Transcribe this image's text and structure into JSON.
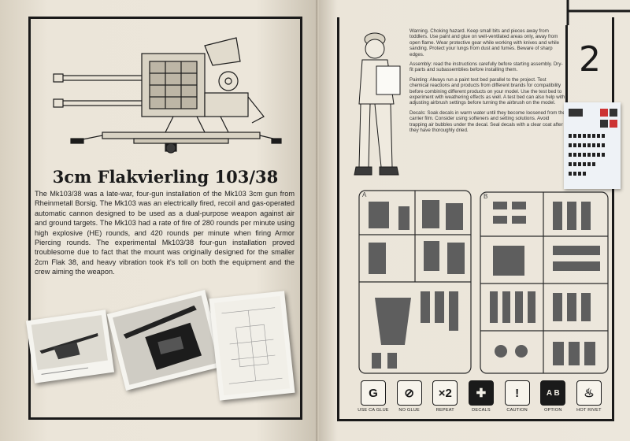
{
  "left_page": {
    "title": "3cm Flakvierling 103/38",
    "body": "The Mk103/38 was a late-war, four-gun installation of the Mk103 3cm gun from Rheinmetall Borsig. The Mk103 was an electrically fired, recoil and gas-operated automatic cannon designed to be used as a dual-purpose weapon against air and ground targets. The Mk103 had a rate of fire of 280 rounds per minute using high explosive (HE) rounds, and 420 rounds per minute when firing Armor Piercing rounds. The experimental Mk103/38 four-gun installation proved troublesome due to fact that the mount was originally designed for the smaller 2cm Flak 38, and heavy vibration took it's toll on both the equipment and the crew aiming the weapon."
  },
  "right_page": {
    "step_number": "2",
    "warning": "Warning. Choking hazard. Keep small bits and pieces away from toddlers. Use paint and glue on well-ventilated areas only, away from open flame. Wear protective gear while working with knives and while sanding. Protect your lungs from dust and fumes. Beware of sharp edges.",
    "assembly": "Assembly: read the instructions carefully before starting assembly. Dry-fit parts and subassemblies before installing them.",
    "painting": "Painting: Always run a paint test bed parallel to the project. Test chemical reactions and products from different brands for compatibility before combining different products on your model. Use the test bed to experiment with weathering effects as well. A test bed can also help with adjusting airbrush settings before turning the airbrush on the model.",
    "decals": "Decals: Soak decals in warm water until they become loosened from the carrier film. Consider using softeners and setting solutions. Avoid trapping air bubbles under the decal. Seal decals with a clear coat after they have thoroughly dried.",
    "sprue_a_label": "A",
    "sprue_b_label": "B",
    "icons": [
      {
        "label": "USE CA GLUE",
        "glyph": "G",
        "icon": "ca-glue-icon"
      },
      {
        "label": "NO GLUE",
        "glyph": "⊘",
        "icon": "no-glue-icon"
      },
      {
        "label": "REPEAT",
        "glyph": "×2",
        "icon": "repeat-icon"
      },
      {
        "label": "DECALS",
        "glyph": "✚",
        "icon": "decals-icon"
      },
      {
        "label": "CAUTION",
        "glyph": "!",
        "icon": "caution-icon"
      },
      {
        "label": "OPTION",
        "glyph": "A B",
        "icon": "option-icon"
      },
      {
        "label": "HOT RIVET",
        "glyph": "♨",
        "icon": "hot-rivet-icon"
      }
    ]
  }
}
